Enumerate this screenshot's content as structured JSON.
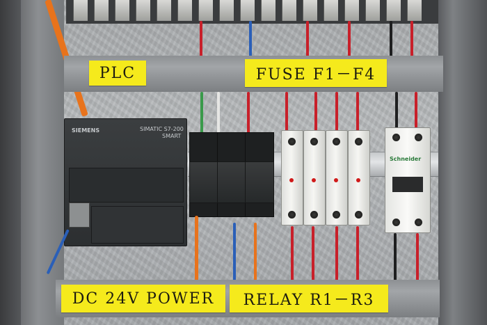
{
  "labels": {
    "plc": "PLC",
    "fuse": "FUSE F1－F4",
    "power": "DC 24V POWER",
    "relay": "RELAY R1－R3"
  },
  "devices": {
    "plc_brand": "SIEMENS",
    "plc_model": "SIMATIC S7-200",
    "plc_variant": "SMART",
    "breaker_brand": "Schneider"
  },
  "colors": {
    "label_yellow": "#f5ea1c",
    "panel_grey": "#b4b7b9",
    "wire_orange": "#e8731c",
    "wire_red": "#c8202a",
    "wire_blue": "#2a5fb8"
  }
}
